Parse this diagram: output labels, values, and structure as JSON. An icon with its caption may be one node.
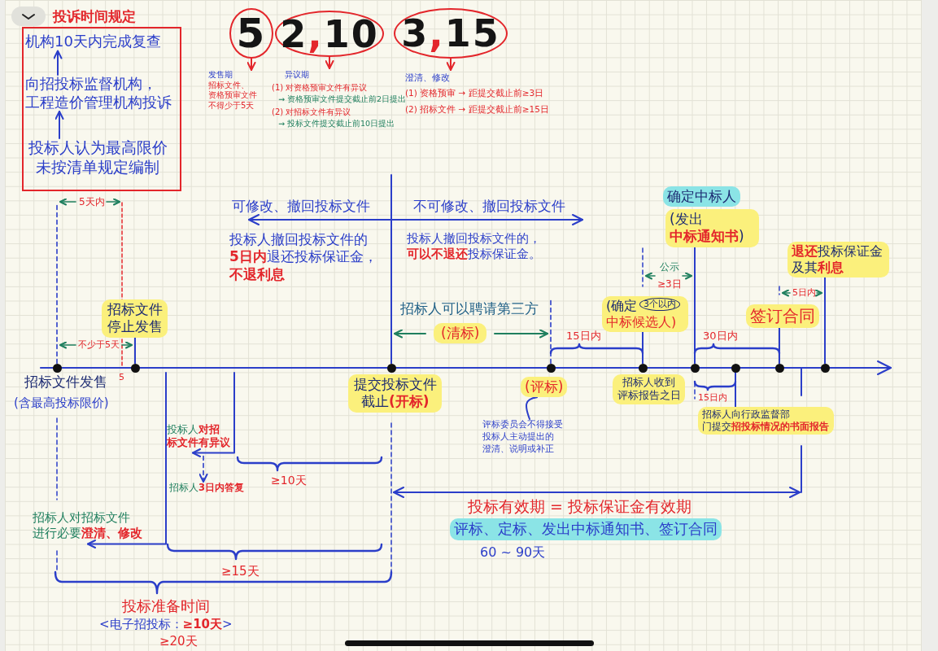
{
  "diagram": {
    "nodes": [
      {
        "text": [
          "投诉时间规定"
        ]
      },
      {
        "text": [
          "机构10天内完成复查"
        ],
        "in": 0
      },
      {
        "text": [
          "向招投标监督机构，工程造价管理机构投诉"
        ],
        "in": 0
      },
      {
        "text": [
          "投标人认为最高限价未按清单规定编制"
        ],
        "in": 0
      },
      {
        "text": [
          "5"
        ]
      },
      {
        "text": [
          "2**,**10"
        ]
      },
      {
        "text": [
          "3**,**15"
        ]
      },
      {
        "text": [
          "发售期",
          "招标文件、资格预审文件不得少于5天"
        ]
      },
      {
        "text": [
          "异议期",
          "(1) 对资格预审文件有异议",
          "→ 资格预审文件提交截止前2日提出",
          "(2) 对招标文件有异议",
          "→ 投标文件提交截止前10日提出"
        ]
      },
      {
        "text": [
          "澄清、修改",
          "(1) 资格预审 → 距提交截止前≥3日",
          "(2) 招标文件 → 距提交截止前≥15日"
        ]
      },
      {
        "text": [],
        "shape": "circle"
      },
      {
        "text": [],
        "shape": "circle"
      },
      {
        "text": [],
        "shape": "circle"
      },
      {
        "text": [],
        "shape": "circle"
      },
      {
        "text": [],
        "shape": "circle"
      },
      {
        "text": [],
        "shape": "circle"
      },
      {
        "text": [],
        "shape": "circle"
      },
      {
        "text": [],
        "shape": "circle"
      },
      {
        "text": [],
        "shape": "circle"
      },
      {
        "text": [
          "招标文件停止发售"
        ]
      },
      {
        "text": [
          "提交投标文件截止**(开标)**"
        ]
      },
      {
        "text": [
          "(清标)"
        ]
      },
      {
        "text": [
          "(评标)"
        ]
      },
      {
        "text": [
          "评标委员会不得接受投标人主动提出的澄清、说明或补正"
        ]
      },
      {
        "text": [
          "招标人收到评标报告之日"
        ]
      },
      {
        "text": [
          "(确定",
          "中标候选人)"
        ]
      },
      {
        "text": [
          "3个以内"
        ],
        "in": 25
      },
      {
        "text": [
          "确定中标人"
        ]
      },
      {
        "text": [
          "(发出**中标通知书**)"
        ]
      },
      {
        "text": [
          "签订合同"
        ]
      },
      {
        "text": [
          "**退还**投标保证金及其**利息**"
        ]
      },
      {
        "text": [
          "招标人向行政监督部门提交**招投标情况的书面报告**"
        ]
      },
      {
        "text": [
          "投标人**对招标文件有异议**"
        ]
      },
      {
        "text": [
          "招标人**3日内答复**"
        ]
      },
      {
        "text": [
          "招标人对招标文件进行必要**澄清、修改**"
        ]
      },
      {
        "text": [
          "评标、定标、发出中标通知书、签订合同"
        ]
      }
    ],
    "edges": [
      {
        "from": 3,
        "to": 2,
        "arrow": "to"
      },
      {
        "from": 2,
        "to": 1,
        "arrow": "to"
      },
      {
        "from": 4,
        "to": 7,
        "arrow": "to",
        "color": "#e3262b"
      },
      {
        "from": 5,
        "to": 8,
        "arrow": "to",
        "color": "#e3262b"
      },
      {
        "from": 6,
        "to": 9,
        "arrow": "to",
        "color": "#e3262b"
      },
      {
        "from": 11,
        "to": 19,
        "arrow": "none"
      },
      {
        "from": 14,
        "to": 25,
        "arrow": "none"
      },
      {
        "from": 15,
        "to": 28,
        "arrow": "none"
      },
      {
        "from": 16,
        "to": 31,
        "arrow": "none"
      },
      {
        "from": 17,
        "to": 29,
        "arrow": "none"
      },
      {
        "from": 18,
        "to": 30,
        "arrow": "none"
      },
      {
        "from": 22,
        "to": 23,
        "arrow": "none"
      },
      {
        "from": null,
        "to": 32,
        "arrow": "to"
      },
      {
        "from": 32,
        "to": 33,
        "arrow": "to",
        "style": "dashed"
      },
      {
        "from": null,
        "to": 34,
        "arrow": "to"
      },
      {
        "from": 10,
        "to": null,
        "arrow": "none",
        "style": "dashed"
      },
      {
        "from": 12,
        "to": null,
        "arrow": "none"
      },
      {
        "from": 13,
        "to": null,
        "arrow": "none",
        "style": "dashed"
      }
    ],
    "labels": [
      "5天内",
      "可修改、撤回投标文件",
      "不可修改、撤回投标文件",
      "投标人撤回投标文件的**5日内**退还投标保证金，**不退利息**",
      "投标人撤回投标文件的，**可以不退还**投标保证金。",
      "公示",
      "≥3日",
      "5日内",
      "招标人可以聘请第三方",
      "不少于5天",
      "15日内",
      "30日内",
      "5",
      "招标文件发售",
      "(含最高投标限价)",
      "15日内",
      "≥10天",
      "投标有效期 = 投标保证金有效期",
      "60 ~ 90天",
      "≥15天",
      "投标准备时间",
      "<电子招投标：**≥10天**>",
      "≥20天"
    ]
  }
}
